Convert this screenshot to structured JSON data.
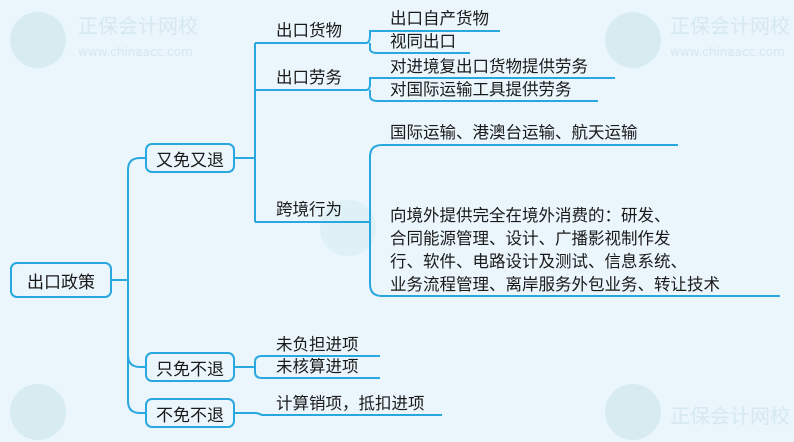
{
  "watermark": {
    "name": "正保会计网校",
    "url": "www.chinaacc.com"
  },
  "colors": {
    "line": "#29a8e0",
    "background": "#eaf5fc"
  },
  "root": "出口政策",
  "branches": [
    {
      "label": "又免又退",
      "children": [
        {
          "label": "出口货物",
          "items": [
            "出口自产货物",
            "视同出口"
          ]
        },
        {
          "label": "出口劳务",
          "items": [
            "对进境复出口货物提供劳务",
            "对国际运输工具提供劳务"
          ]
        },
        {
          "label": "跨境行为",
          "items": [
            "国际运输、港澳台运输、航天运输"
          ],
          "paragraph": [
            "向境外提供完全在境外消费的：研发、",
            "合同能源管理、设计、广播影视制作发",
            "行、软件、电路设计及测试、信息系统、",
            "业务流程管理、离岸服务外包业务、转让技术"
          ]
        }
      ]
    },
    {
      "label": "只免不退",
      "items": [
        "未负担进项",
        "未核算进项"
      ]
    },
    {
      "label": "不免不退",
      "items": [
        "计算销项，抵扣进项"
      ]
    }
  ]
}
